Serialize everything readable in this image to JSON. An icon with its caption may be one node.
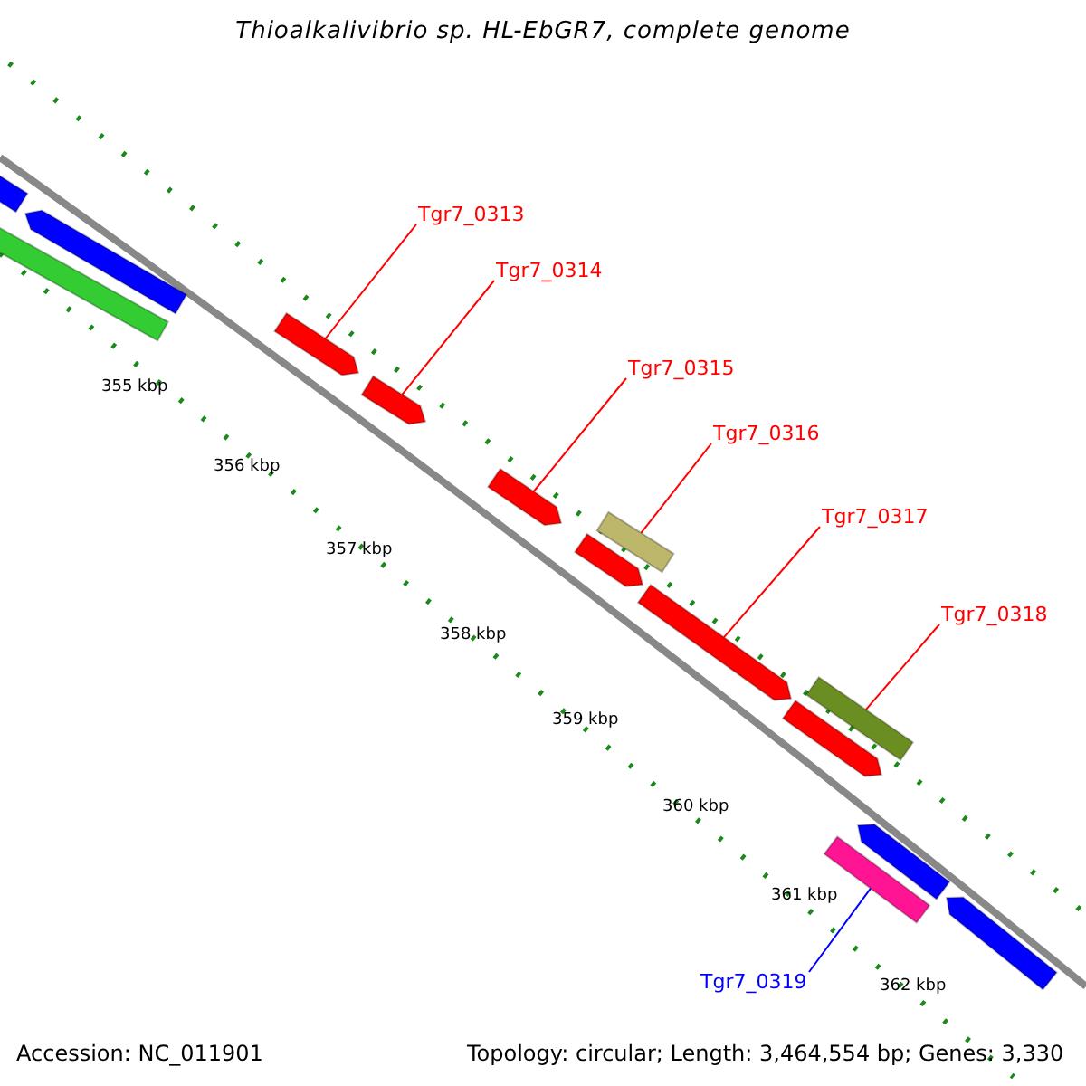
{
  "diagram": {
    "title": "Thioalkalivibrio sp. HL-EbGR7, complete genome",
    "nodes": [
      {
        "text": [
          "Tgr7_0313"
        ]
      },
      {
        "text": [
          "Tgr7_0314"
        ]
      },
      {
        "text": [
          "Tgr7_0315"
        ]
      },
      {
        "text": [
          "Tgr7_0316"
        ]
      },
      {
        "text": [
          "Tgr7_0317"
        ]
      },
      {
        "text": [
          "Tgr7_0318"
        ]
      },
      {
        "text": [
          "Tgr7_0319"
        ]
      },
      {
        "text": [],
        "shape": "bar"
      },
      {
        "text": [],
        "shape": "bar"
      },
      {
        "text": [],
        "shape": "bar"
      },
      {
        "text": [],
        "shape": "bar"
      },
      {
        "text": [],
        "shape": "bar"
      },
      {
        "text": [],
        "shape": "bar"
      },
      {
        "text": [],
        "shape": "bar"
      },
      {
        "text": [],
        "shape": "bar"
      },
      {
        "text": [],
        "shape": "bar"
      },
      {
        "text": [],
        "shape": "bar"
      },
      {
        "text": [],
        "shape": "bar"
      },
      {
        "text": [],
        "shape": "bar"
      },
      {
        "text": [],
        "shape": "bar"
      },
      {
        "text": [],
        "shape": "bar"
      }
    ],
    "edges": [
      {
        "from": 0,
        "to": 10,
        "arrow": "none"
      },
      {
        "from": 1,
        "to": 11,
        "arrow": "none"
      },
      {
        "from": 2,
        "to": 12,
        "arrow": "none"
      },
      {
        "from": 3,
        "to": 13,
        "arrow": "none"
      },
      {
        "from": 4,
        "to": 15,
        "arrow": "none"
      },
      {
        "from": 5,
        "to": 16,
        "arrow": "none"
      },
      {
        "from": 6,
        "to": 19,
        "arrow": "none",
        "color": "#0000ff"
      }
    ],
    "labels": [
      "355 kbp",
      "356 kbp",
      "357 kbp",
      "358 kbp",
      "359 kbp",
      "360 kbp",
      "361 kbp",
      "362 kbp",
      "Accession: NC_011901",
      "Topology: circular; Length: 3,464,554 bp; Genes: 3,330"
    ]
  }
}
